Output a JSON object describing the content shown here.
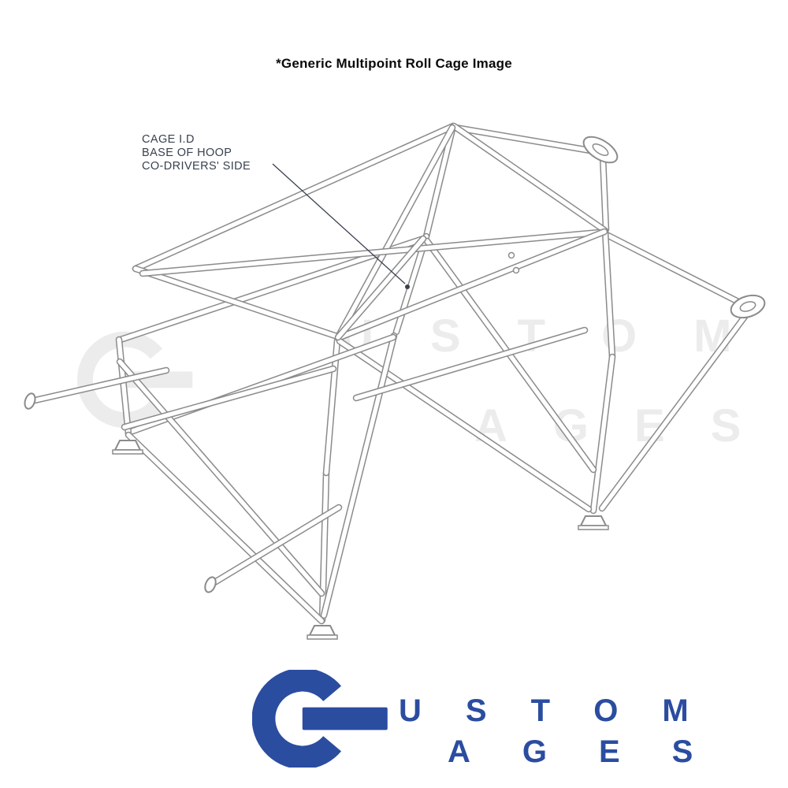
{
  "image_title": {
    "text": "*Generic Multipoint Roll Cage Image"
  },
  "annotation": {
    "line1": "CAGE I.D",
    "line2": "BASE OF HOOP",
    "line3": "CO-DRIVERS' SIDE"
  },
  "watermark": {
    "letter": "C",
    "word_top": "USTOM",
    "word_bottom": "AGES"
  },
  "logo": {
    "letter": "C",
    "word_top": "USTOM",
    "word_bottom": "AGES"
  },
  "diagram": {
    "label": "generic-multipoint-roll-cage-wireframe"
  },
  "colors": {
    "logo_blue": "#2b4da0",
    "cage_line": "#8b8b8b",
    "watermark": "#ececec",
    "annotation_text": "#39414f",
    "title_text": "#0a0a0a"
  }
}
